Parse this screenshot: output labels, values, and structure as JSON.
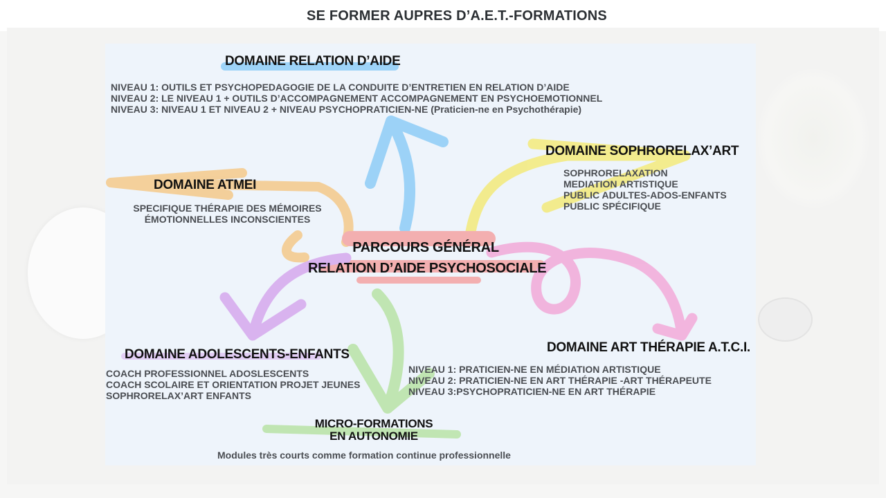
{
  "title": "SE FORMER AUPRES D’A.E.T.-FORMATIONS",
  "colors": {
    "relation_aide": "#8ecdf7",
    "sophrorelaxart": "#f3ea7a",
    "atmei": "#f5c98a",
    "parcours_general": "#f4a4a4",
    "adolescents_enfants": "#d6a8ee",
    "art_therapie": "#f2a9d8",
    "micro_formations": "#b9e3a6",
    "heading_text": "#111111",
    "body_text": "#4a4d52"
  },
  "center": {
    "line1": "PARCOURS GÉNÉRAL",
    "line2": "RELATION D’AIDE PSYCHOSOCIALE"
  },
  "domains": {
    "relation_aide": {
      "title": "DOMAINE RELATION D’AIDE",
      "items": [
        "NIVEAU 1: OUTILS ET PSYCHOPEDAGOGIE DE LA CONDUITE D’ENTRETIEN EN RELATION D’AIDE",
        "NIVEAU 2: LE NIVEAU 1 + OUTILS D’ACCOMPAGNEMENT ACCOMPAGNEMENT EN PSYCHOEMOTIONNEL",
        "NIVEAU 3: NIVEAU 1 ET NIVEAU 2 + NIVEAU PSYCHOPRATICIEN-NE (Praticien-ne en Psychothérapie)"
      ]
    },
    "sophrorelaxart": {
      "title": "DOMAINE SOPHRORELAX’ART",
      "items": [
        "SOPHRORELAXATION",
        "MEDIATION ARTISTIQUE",
        "PUBLIC ADULTES-ADOS-ENFANTS",
        "PUBLIC SPÉCIFIQUE"
      ]
    },
    "atmei": {
      "title": "DOMAINE ATMEI",
      "items": [
        "SPECIFIQUE THÉRAPIE DES MÉMOIRES",
        "ÉMOTIONNELLES  INCONSCIENTES"
      ]
    },
    "adolescents_enfants": {
      "title": "DOMAINE ADOLESCENTS-ENFANTS",
      "items": [
        "COACH PROFESSIONNEL ADOSLESCENTS",
        "COACH SCOLAIRE ET ORIENTATION PROJET JEUNES",
        "SOPHRORELAX’ART ENFANTS"
      ]
    },
    "art_therapie": {
      "title": "DOMAINE ART THÉRAPIE A.T.C.I.",
      "items": [
        "NIVEAU 1: PRATICIEN-NE EN MÉDIATION ARTISTIQUE",
        "NIVEAU 2:  PRATICIEN-NE EN ART THÉRAPIE  -ART THÉRAPEUTE",
        "NIVEAU 3:PSYCHOPRATICIEN-NE EN ART THÉRAPIE"
      ]
    },
    "micro_formations": {
      "title_line1": "MICRO-FORMATIONS",
      "title_line2": "EN AUTONOMIE",
      "subtitle": "Modules très courts comme formation continue professionnelle"
    }
  }
}
